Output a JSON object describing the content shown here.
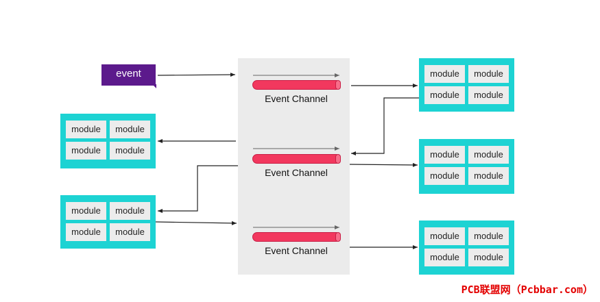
{
  "event": {
    "label": "event"
  },
  "channels": [
    {
      "label": "Event Channel"
    },
    {
      "label": "Event Channel"
    },
    {
      "label": "Event Channel"
    }
  ],
  "module_label": "module",
  "watermark": "PCB联盟网（Pcbbar.com）",
  "colors": {
    "event": "#5c1a8c",
    "module_group": "#1dd3d3",
    "module_cell": "#ececec",
    "pipe": "#f2385e",
    "panel": "#ebebeb",
    "watermark": "#e30000"
  }
}
